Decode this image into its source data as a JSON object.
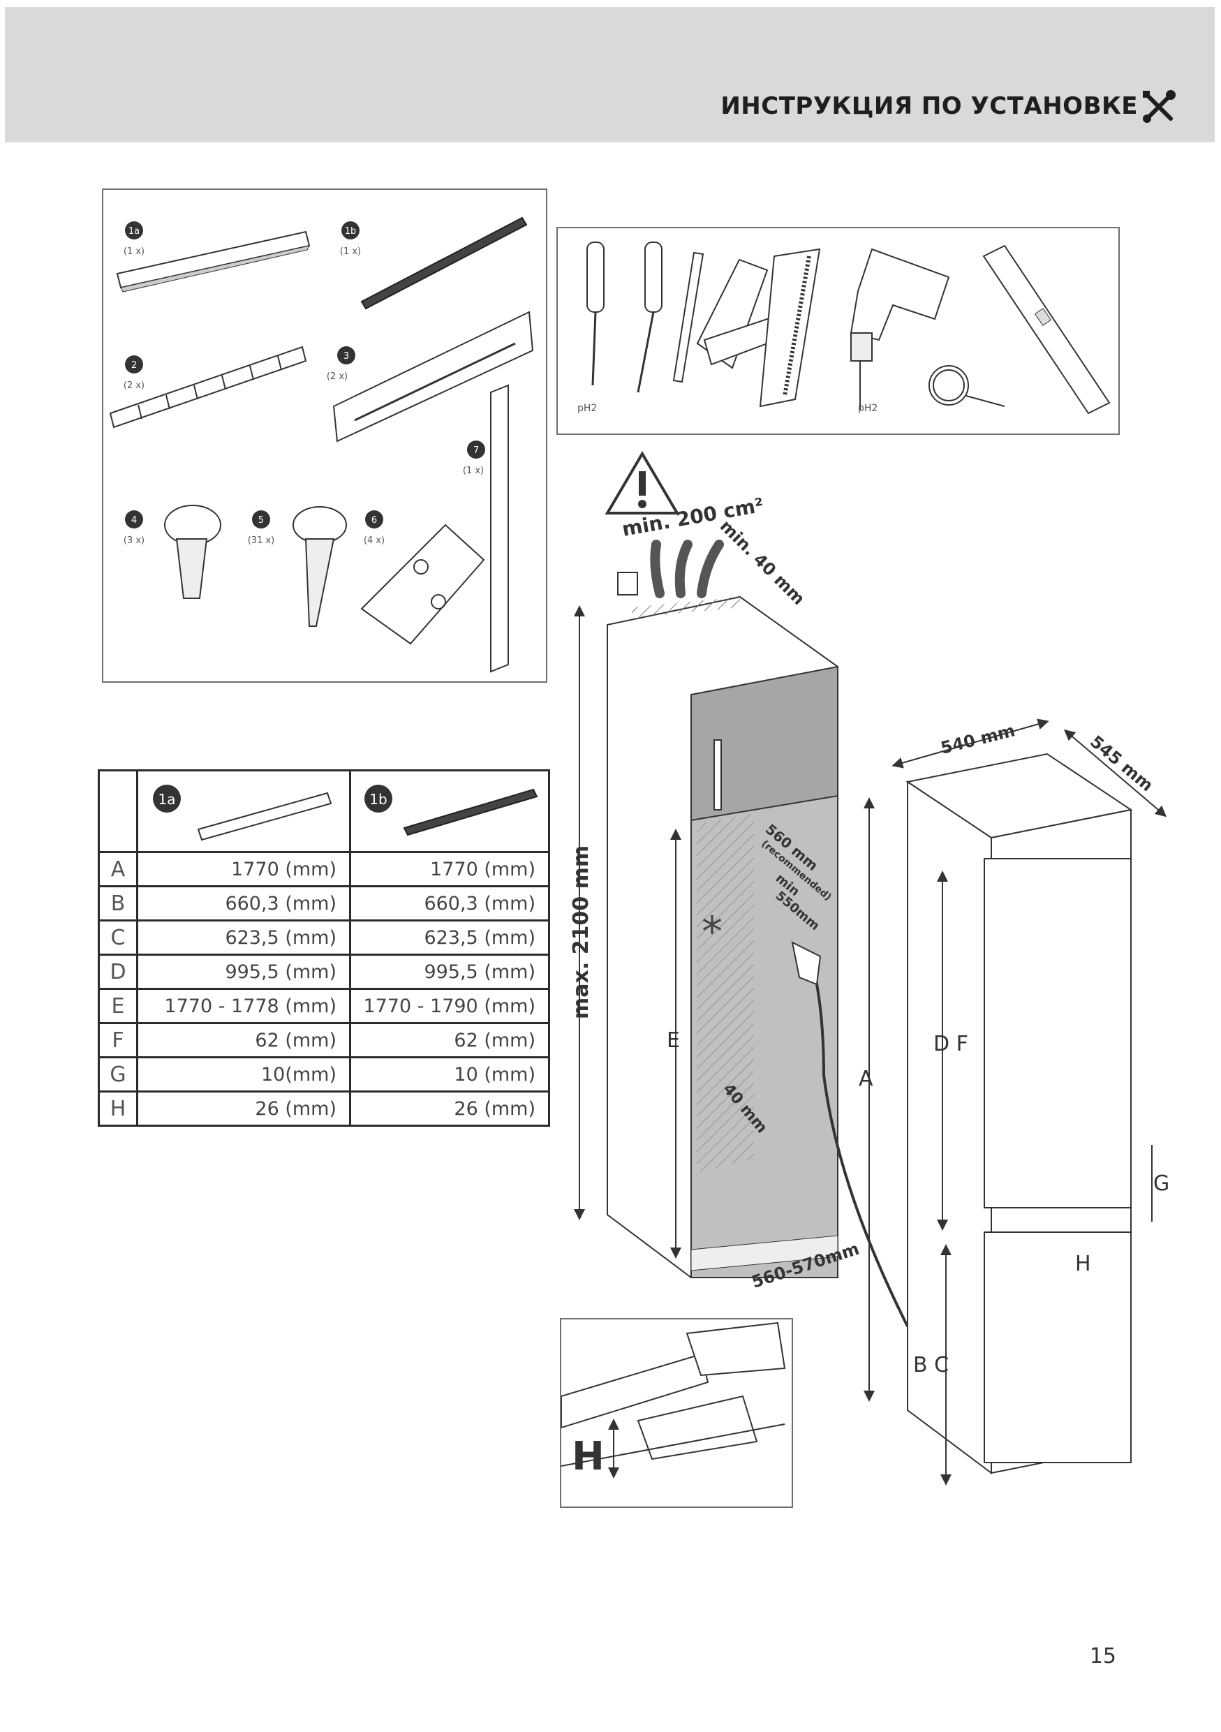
{
  "header": {
    "title": "ИНСТРУКЦИЯ ПО УСТАНОВКЕ",
    "icon": "tools-icon"
  },
  "parts": [
    {
      "id": "1a",
      "qty": "(1 x)"
    },
    {
      "id": "1b",
      "qty": "(1 x)"
    },
    {
      "id": "2",
      "qty": "(2 x)"
    },
    {
      "id": "3",
      "qty": "(2 x)"
    },
    {
      "id": "4",
      "qty": "(3 x)"
    },
    {
      "id": "5",
      "qty": "(31 x)"
    },
    {
      "id": "6",
      "qty": "(4 x)"
    },
    {
      "id": "7",
      "qty": "(1 x)"
    }
  ],
  "tools": {
    "label_left": "pH2",
    "label_right": "pH2"
  },
  "spec_table": {
    "columns": [
      "1a",
      "1b"
    ],
    "rows": [
      {
        "label": "A",
        "values": [
          "1770 (mm)",
          "1770 (mm)"
        ]
      },
      {
        "label": "B",
        "values": [
          "660,3 (mm)",
          "660,3 (mm)"
        ]
      },
      {
        "label": "C",
        "values": [
          "623,5 (mm)",
          "623,5 (mm)"
        ]
      },
      {
        "label": "D",
        "values": [
          "995,5 (mm)",
          "995,5 (mm)"
        ]
      },
      {
        "label": "E",
        "values": [
          "1770 - 1778 (mm)",
          "1770 - 1790 (mm)"
        ]
      },
      {
        "label": "F",
        "values": [
          "62 (mm)",
          "62 (mm)"
        ]
      },
      {
        "label": "G",
        "values": [
          "10(mm)",
          "10 (mm)"
        ]
      },
      {
        "label": "H",
        "values": [
          "26 (mm)",
          "26 (mm)"
        ]
      }
    ]
  },
  "diagram": {
    "vent_area": "min. 200 cm²",
    "gap_top": "min. 40 mm",
    "max_height": "max. 2100 mm",
    "depth_recommended": "560 mm",
    "recommended_note": "(recommended)",
    "depth_min_a": "min",
    "depth_min_b": "550mm",
    "gap_40": "40 mm",
    "width_niche": "560-570mm",
    "label_e": "E",
    "asterisk": "*",
    "width_appliance": "540 mm",
    "depth_appliance": "545 mm",
    "label_a": "A",
    "label_df": "D F",
    "label_g": "G",
    "label_h": "H",
    "label_bc": "B C",
    "inset_label_h": "H"
  },
  "page_number": "15"
}
